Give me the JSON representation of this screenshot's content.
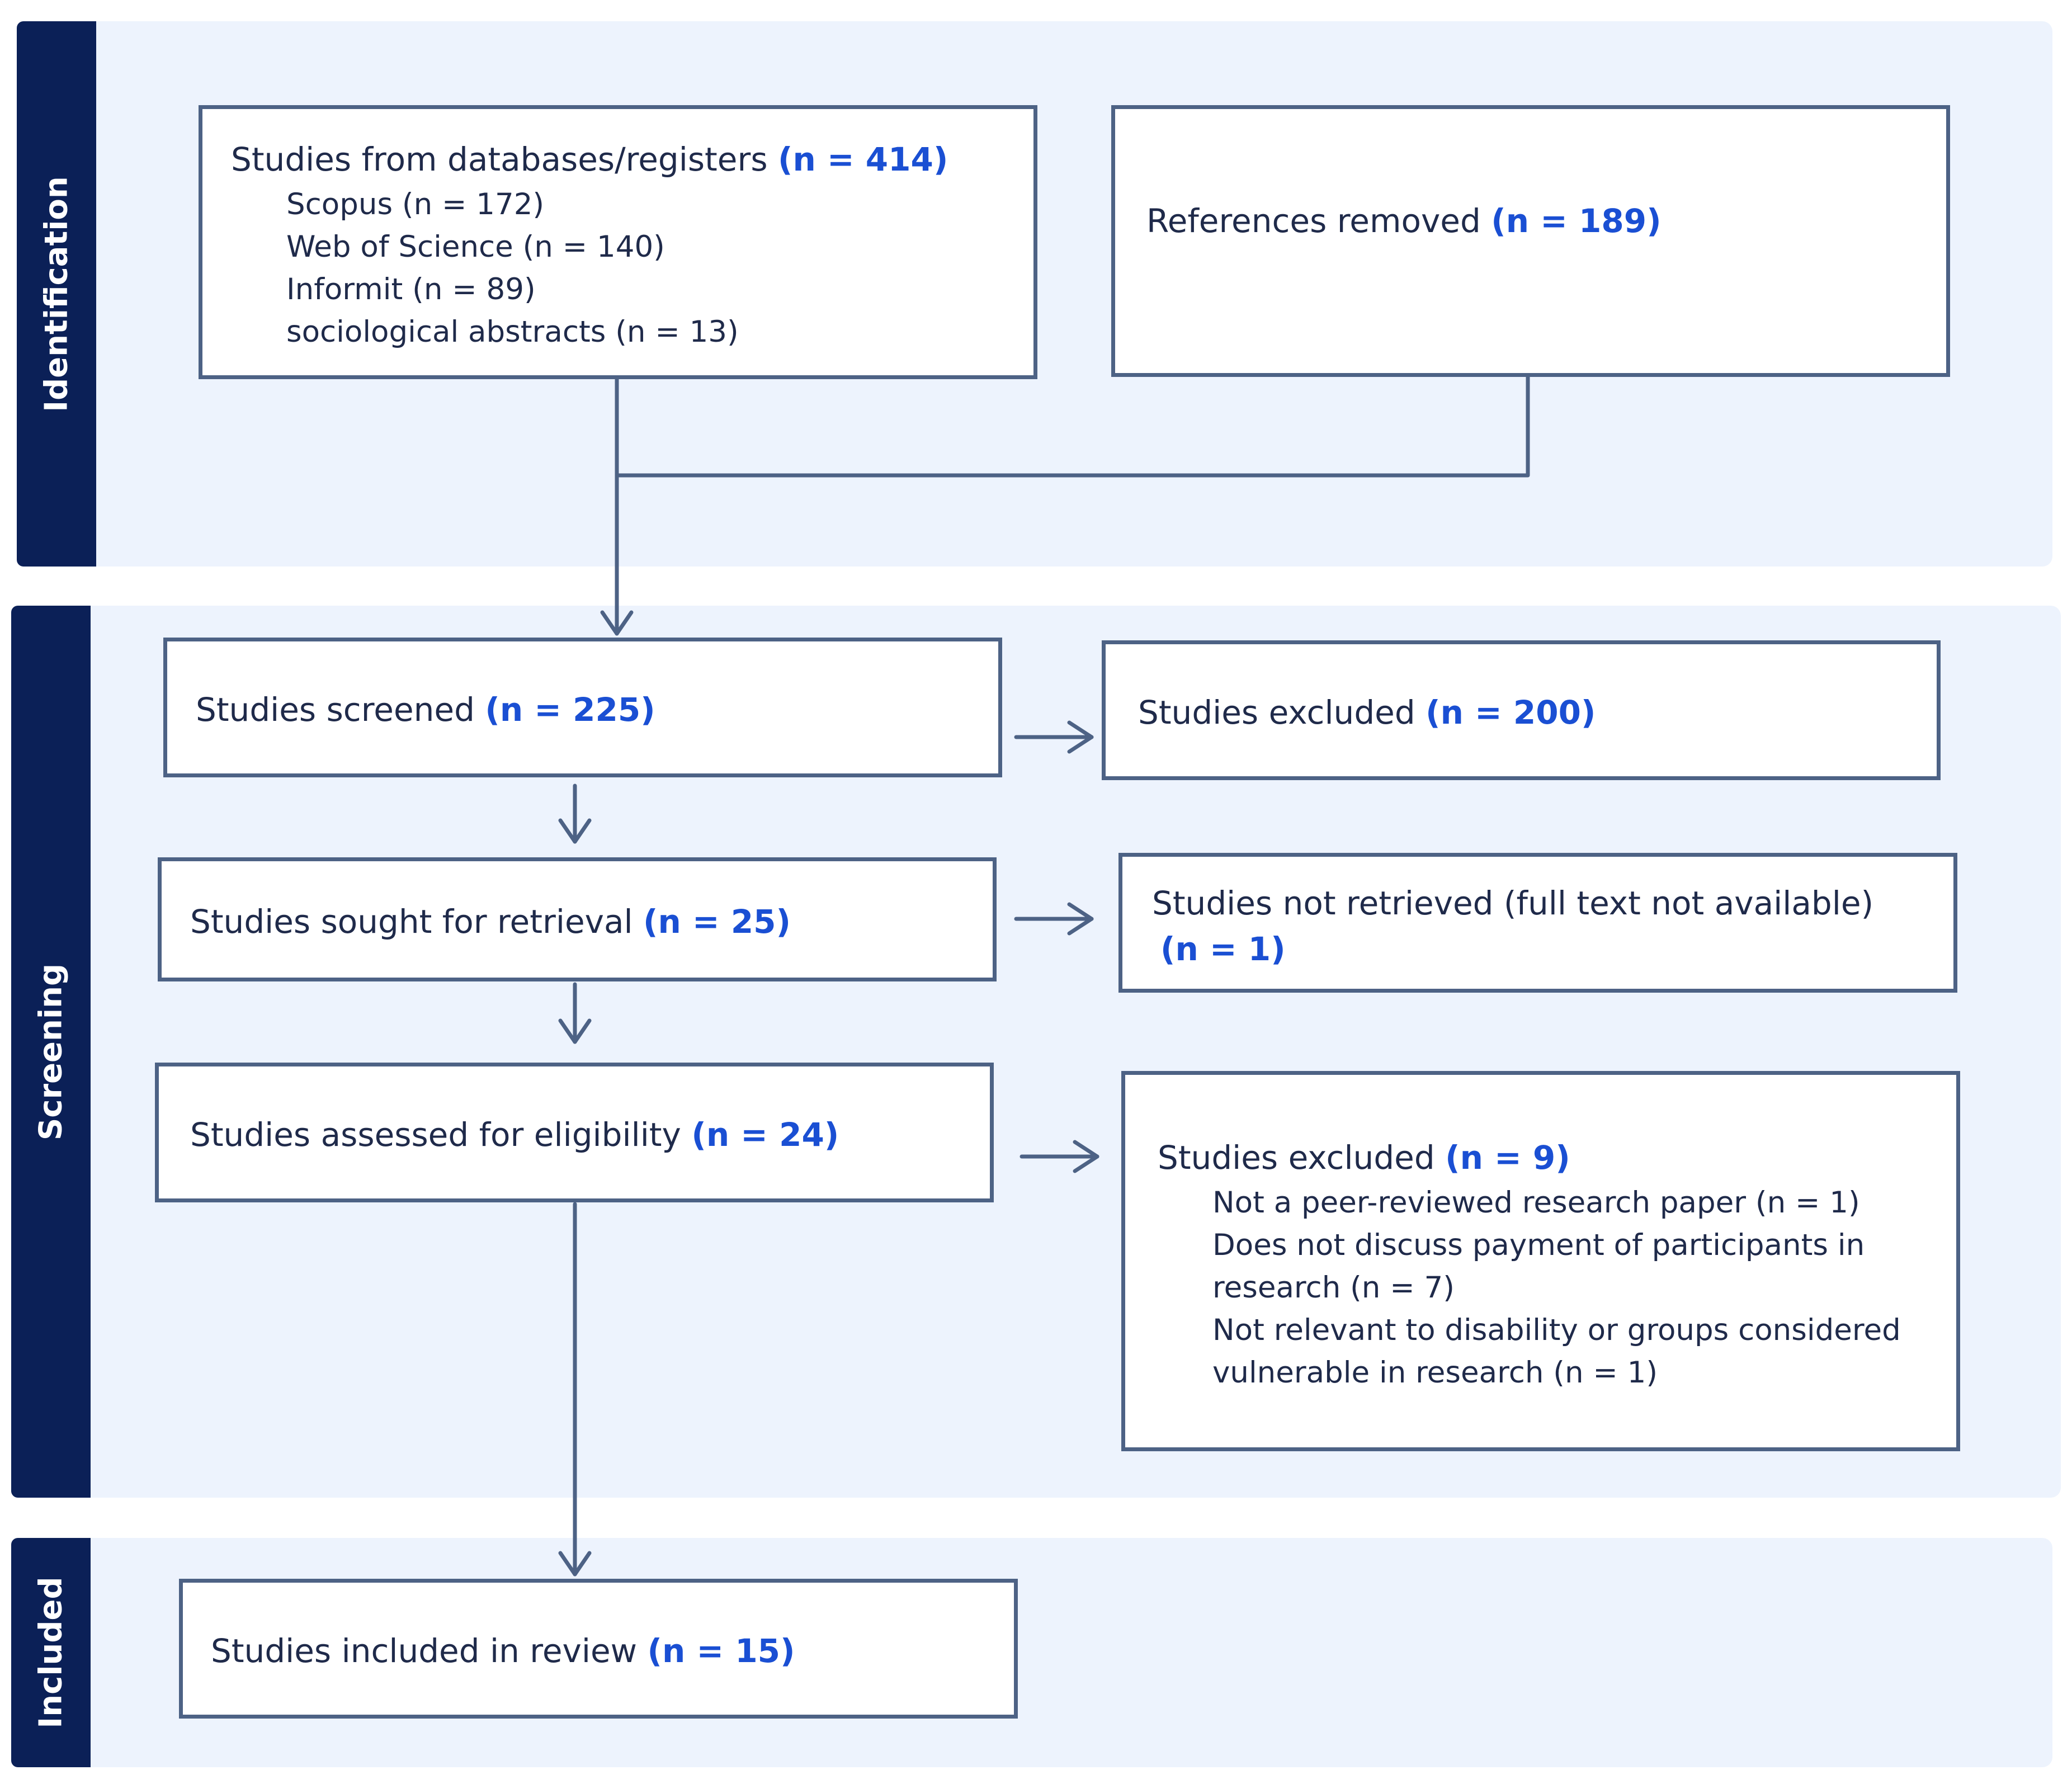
{
  "phases": {
    "identification": "Identification",
    "screening": "Screening",
    "included": "Included"
  },
  "identification": {
    "databases": {
      "label": "Studies from databases/registers",
      "count": "(n = 414)",
      "sources": [
        "Scopus (n = 172)",
        "Web of Science (n = 140)",
        "Informit (n = 89)",
        "sociological abstracts (n = 13)"
      ]
    },
    "removed": {
      "label": "References removed",
      "count": "(n = 189)"
    }
  },
  "screening": {
    "screened": {
      "label": "Studies screened",
      "count": "(n = 225)"
    },
    "excluded": {
      "label": "Studies excluded",
      "count": "(n = 200)"
    },
    "sought": {
      "label": "Studies sought for retrieval",
      "count": "(n = 25)"
    },
    "not_retrieved": {
      "label": "Studies not retrieved (full text not available)",
      "count": "(n = 1)"
    },
    "assessed": {
      "label": "Studies assessed for eligibility",
      "count": "(n = 24)"
    },
    "excluded_eligibility": {
      "label": "Studies excluded",
      "count": "(n = 9)",
      "reasons": [
        "Not a peer-reviewed research paper (n = 1)",
        "Does not discuss payment of participants in",
        "research (n = 7)",
        "Not relevant to disability or groups considered",
        "vulnerable in research (n = 1)"
      ]
    }
  },
  "included": {
    "review": {
      "label": "Studies included in review",
      "count": "(n = 15)"
    }
  },
  "colors": {
    "sidebar": "#0b2057",
    "band": "#edf3fd",
    "border": "#4d6285",
    "count": "#1a4fd3"
  }
}
